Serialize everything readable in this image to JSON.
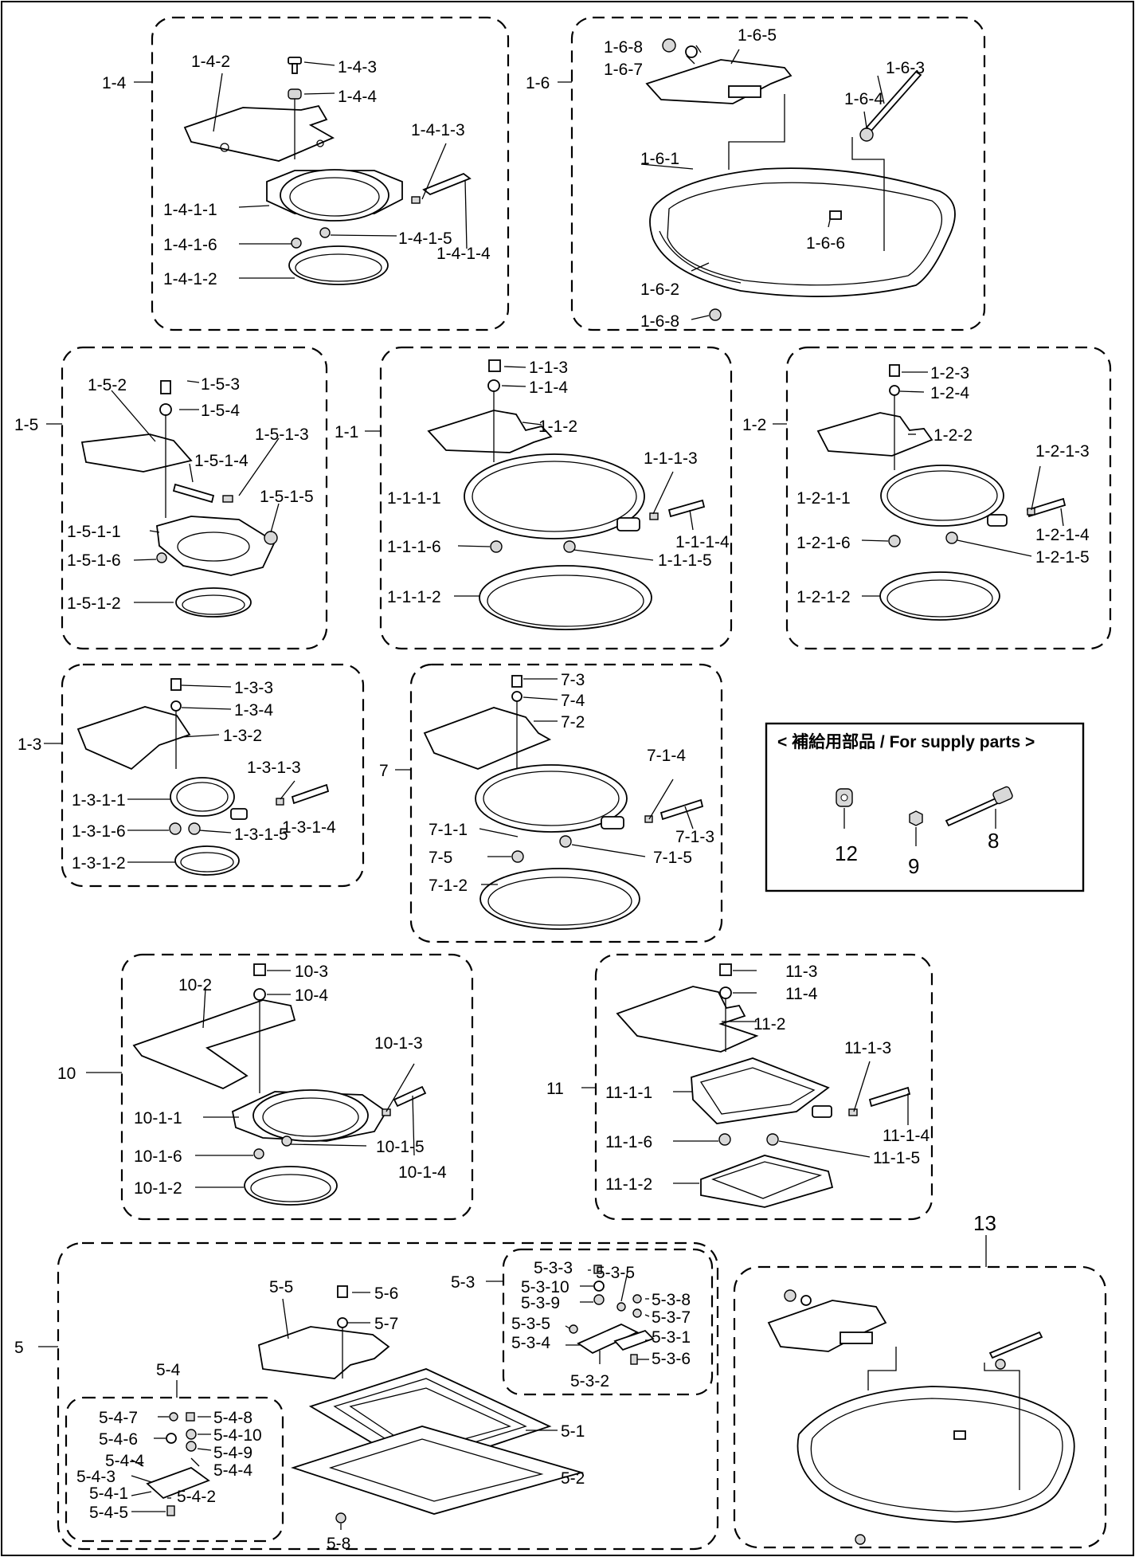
{
  "supply_box": {
    "title": "< 補給用部品 / For supply parts >"
  },
  "labels": {
    "g14": [
      "1-4",
      "1-4-2",
      "1-4-3",
      "1-4-4",
      "1-4-1-3",
      "1-4-1-1",
      "1-4-1-6",
      "1-4-1-5",
      "1-4-1-4",
      "1-4-1-2"
    ],
    "g16": [
      "1-6",
      "1-6-8",
      "1-6-7",
      "1-6-5",
      "1-6-3",
      "1-6-4",
      "1-6-1",
      "1-6-6",
      "1-6-2",
      "1-6-8"
    ],
    "g15": [
      "1-5",
      "1-5-2",
      "1-5-3",
      "1-5-4",
      "1-5-1-3",
      "1-5-1-4",
      "1-5-1-5",
      "1-5-1-1",
      "1-5-1-6",
      "1-5-1-2"
    ],
    "g11": [
      "1-1",
      "1-1-3",
      "1-1-4",
      "1-1-2",
      "1-1-1-3",
      "1-1-1-1",
      "1-1-1-4",
      "1-1-1-6",
      "1-1-1-5",
      "1-1-1-2"
    ],
    "g12": [
      "1-2",
      "1-2-3",
      "1-2-4",
      "1-2-2",
      "1-2-1-3",
      "1-2-1-1",
      "1-2-1-4",
      "1-2-1-6",
      "1-2-1-5",
      "1-2-1-2"
    ],
    "g13": [
      "1-3",
      "1-3-3",
      "1-3-4",
      "1-3-2",
      "1-3-1-3",
      "1-3-1-1",
      "1-3-1-4",
      "1-3-1-6",
      "1-3-1-5",
      "1-3-1-2"
    ],
    "g7": [
      "7",
      "7-3",
      "7-4",
      "7-2",
      "7-1-4",
      "7-1-1",
      "7-1-3",
      "7-5",
      "7-1-5",
      "7-1-2"
    ],
    "supply": [
      "12",
      "9",
      "8"
    ],
    "g10": [
      "10",
      "10-2",
      "10-3",
      "10-4",
      "10-1-3",
      "10-1-1",
      "10-1-5",
      "10-1-6",
      "10-1-4",
      "10-1-2"
    ],
    "g11b": [
      "11",
      "11-3",
      "11-4",
      "11-2",
      "11-1-3",
      "11-1-1",
      "11-1-4",
      "11-1-6",
      "11-1-5",
      "11-1-2"
    ],
    "g5": [
      "5",
      "5-5",
      "5-6",
      "5-7",
      "5-1",
      "5-2",
      "5-8",
      "5-4",
      "5-3"
    ],
    "g54": [
      "5-4-7",
      "5-4-8",
      "5-4-6",
      "5-4-10",
      "5-4-9",
      "5-4-4",
      "5-4-4",
      "5-4-3",
      "5-4-1",
      "5-4-2",
      "5-4-5"
    ],
    "g53": [
      "5-3-3",
      "5-3-5",
      "5-3-10",
      "5-3-9",
      "5-3-8",
      "5-3-7",
      "5-3-5",
      "5-3-4",
      "5-3-1",
      "5-3-6",
      "5-3-2"
    ],
    "g13b": [
      "13"
    ]
  }
}
